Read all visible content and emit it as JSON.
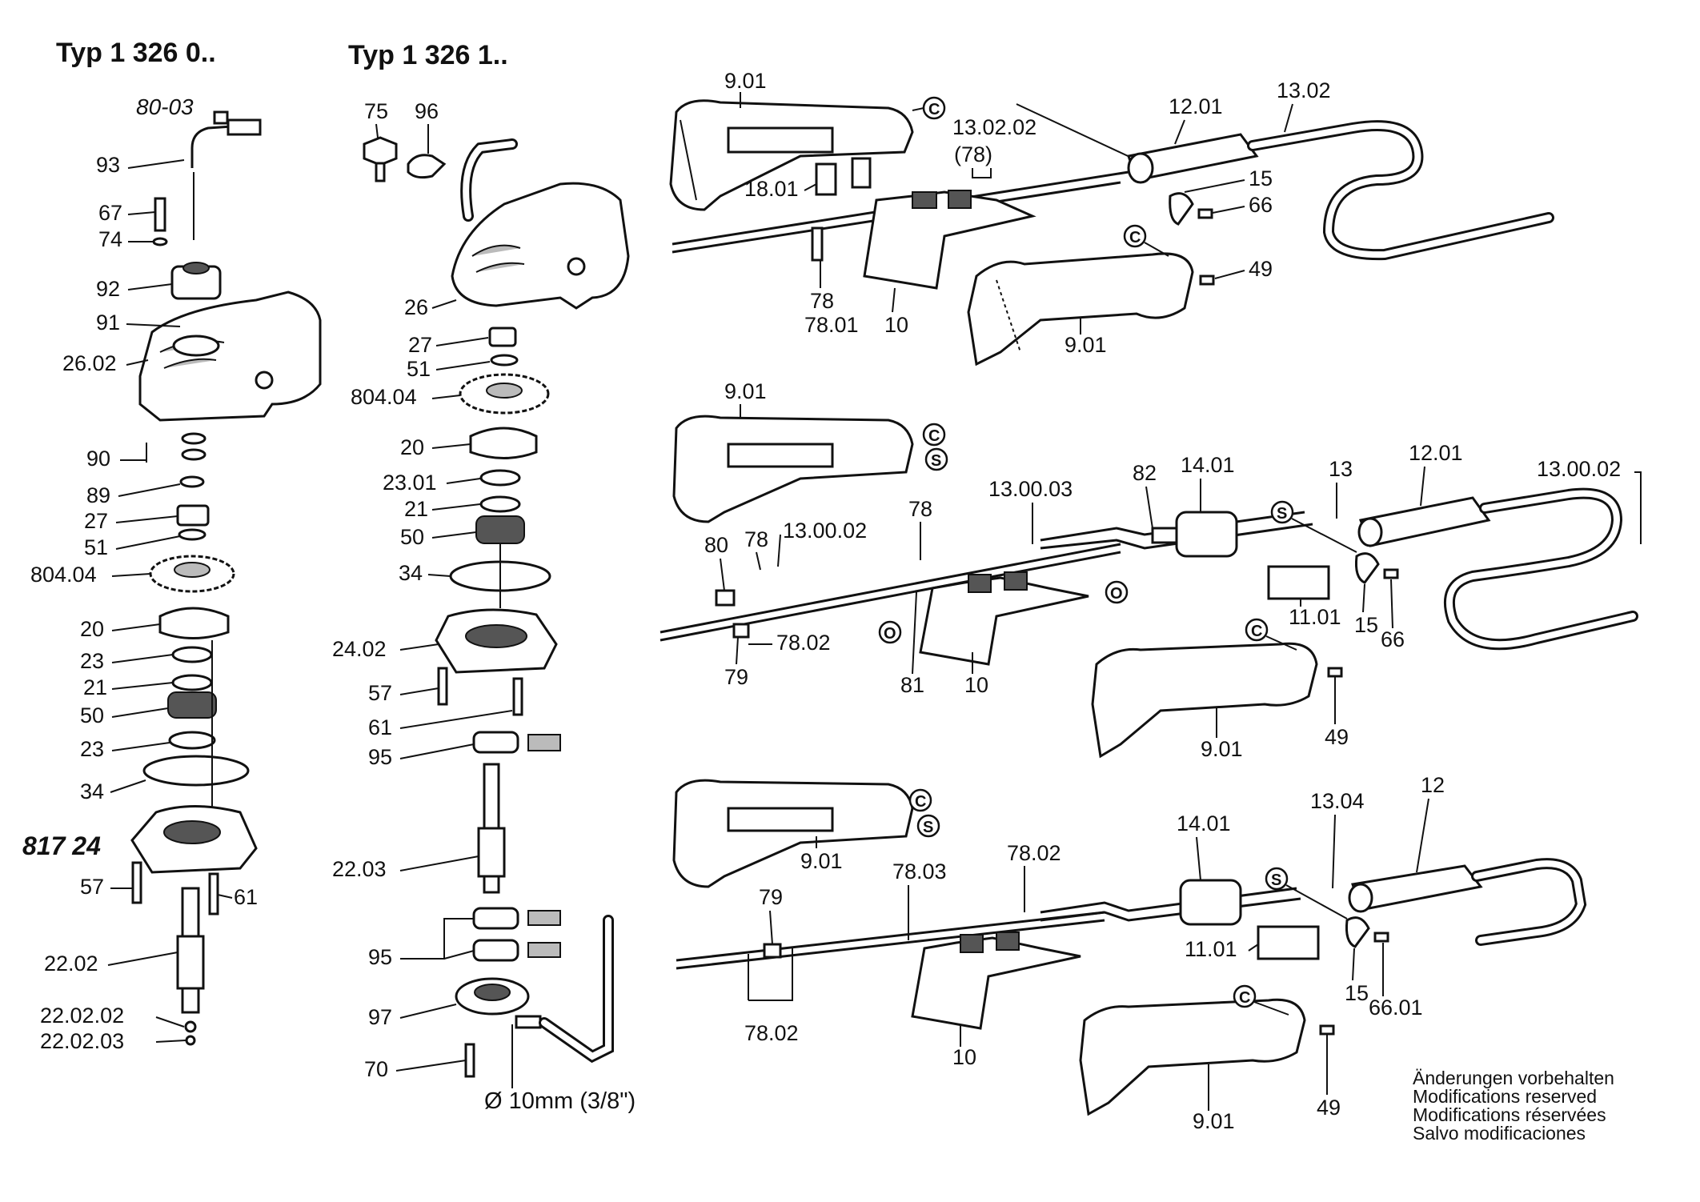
{
  "titles": {
    "left": "Typ 1 326 0..",
    "middle": "Typ 1 326 1..",
    "handwritten_top": "80-03",
    "handwritten_side": "817 24"
  },
  "left_column_labels": [
    "93",
    "67",
    "74",
    "92",
    "91",
    "26.02",
    "90",
    "89",
    "27",
    "51",
    "804.04",
    "20",
    "23",
    "21",
    "50",
    "23",
    "34",
    "57",
    "61",
    "22.02",
    "22.02.02",
    "22.02.03"
  ],
  "middle_column_labels": [
    "75",
    "96",
    "26",
    "27",
    "51",
    "804.04",
    "20",
    "23.01",
    "21",
    "50",
    "34",
    "24.02",
    "57",
    "61",
    "95",
    "22.03",
    "95",
    "97",
    "70"
  ],
  "diameter_note": "Ø 10mm (3/8\")",
  "top_assembly": {
    "labels": [
      "9.01",
      "13.02.02",
      "(78)",
      "18.01",
      "78",
      "78.01",
      "10",
      "12.01",
      "13.02",
      "15",
      "66",
      "49",
      "9.01"
    ],
    "circle_markers": [
      "C",
      "C"
    ]
  },
  "middle_assembly": {
    "labels": [
      "9.01",
      "82",
      "14.01",
      "13",
      "12.01",
      "13.00.02",
      "13.00.03",
      "78",
      "80",
      "78",
      "13.00.02",
      "78.02",
      "79",
      "81",
      "10",
      "11.01",
      "15",
      "66",
      "49",
      "9.01"
    ],
    "circle_markers": [
      "C",
      "S",
      "S",
      "O",
      "O",
      "C"
    ]
  },
  "bottom_assembly": {
    "labels": [
      "9.01",
      "14.01",
      "13.04",
      "12",
      "78.02",
      "78.03",
      "79",
      "11.01",
      "15",
      "66.01",
      "78.02",
      "10",
      "49",
      "9.01"
    ],
    "circle_markers": [
      "C",
      "S",
      "S",
      "C"
    ]
  },
  "footnote": [
    "Änderungen vorbehalten",
    "Modifications reserved",
    "Modifications réservées",
    "Salvo modificaciones"
  ]
}
